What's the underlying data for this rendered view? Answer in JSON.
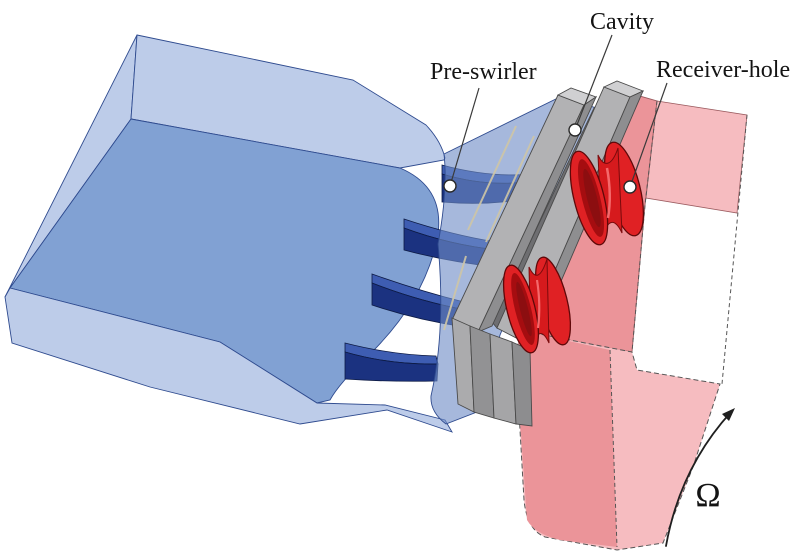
{
  "figure": {
    "type": "3d-cad-diagram",
    "labels": {
      "pre_swirler": "Pre-swirler",
      "cavity": "Cavity",
      "receiver_hole": "Receiver-hole",
      "rotation_symbol": "Ω"
    },
    "colors": {
      "background": "#ffffff",
      "duct_light_blue": "#bdcce9",
      "duct_medium_blue": "#81a1d3",
      "swirl_panel_blue": "#6f8cc7",
      "vane_dark_blue": "#1b3280",
      "vane_top_blue": "#3e5db2",
      "streamline_tan": "#cfc6a6",
      "cavity_gray": "#b2b2b4",
      "cavity_gray_top": "#d0d0d2",
      "cavity_gray_side": "#8e8e90",
      "cavity_slot_gray": "#6e6e71",
      "receiver_red": "#e02124",
      "receiver_red_dark": "#a50d10",
      "receiver_red_waist": "#d61a1d",
      "rotor_pink_light": "#f6bcc0",
      "rotor_pink_medium": "#eb9499",
      "edge_dark": "#3c3c3c"
    }
  }
}
